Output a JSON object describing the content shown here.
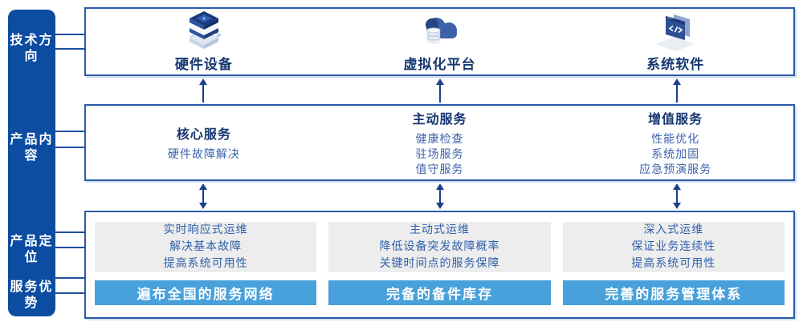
{
  "sidebar": {
    "items": [
      {
        "label": "技术方向"
      },
      {
        "label": "产品内容"
      },
      {
        "label": "产品定位"
      },
      {
        "label": "服务优势"
      }
    ]
  },
  "tech_row": {
    "items": [
      {
        "icon": "server-stack-icon",
        "label": "硬件设备"
      },
      {
        "icon": "cloud-database-icon",
        "label": "虚拟化平台"
      },
      {
        "icon": "code-window-icon",
        "label": "系统软件"
      }
    ]
  },
  "services_row": {
    "columns": [
      {
        "title": "核心服务",
        "items": [
          "硬件故障解决"
        ]
      },
      {
        "title": "主动服务",
        "items": [
          "健康检查",
          "驻场服务",
          "值守服务"
        ]
      },
      {
        "title": "增值服务",
        "items": [
          "性能优化",
          "系统加固",
          "应急预演服务"
        ]
      }
    ]
  },
  "bottom_row": {
    "columns": [
      {
        "points": [
          "实时响应式运维",
          "解决基本故障",
          "提高系统可用性"
        ],
        "advantage": "遍布全国的服务网络"
      },
      {
        "points": [
          "主动式运维",
          "降低设备突发故障概率",
          "关键时间点的服务保障"
        ],
        "advantage": "完备的备件库存"
      },
      {
        "points": [
          "深入式运维",
          "保证业务连续性",
          "提高系统可用性"
        ],
        "advantage": "完善的服务管理体系"
      }
    ]
  },
  "colors": {
    "sidebar_blue": "#0d4da1",
    "box_border_blue": "#2a5aa8",
    "heading_navy": "#16376f",
    "body_text_blue": "#3c63ad",
    "panel_gray": "#ededed",
    "advantage_bar_blue": "#48a1da",
    "arrow_navy": "#1b3f8c"
  }
}
